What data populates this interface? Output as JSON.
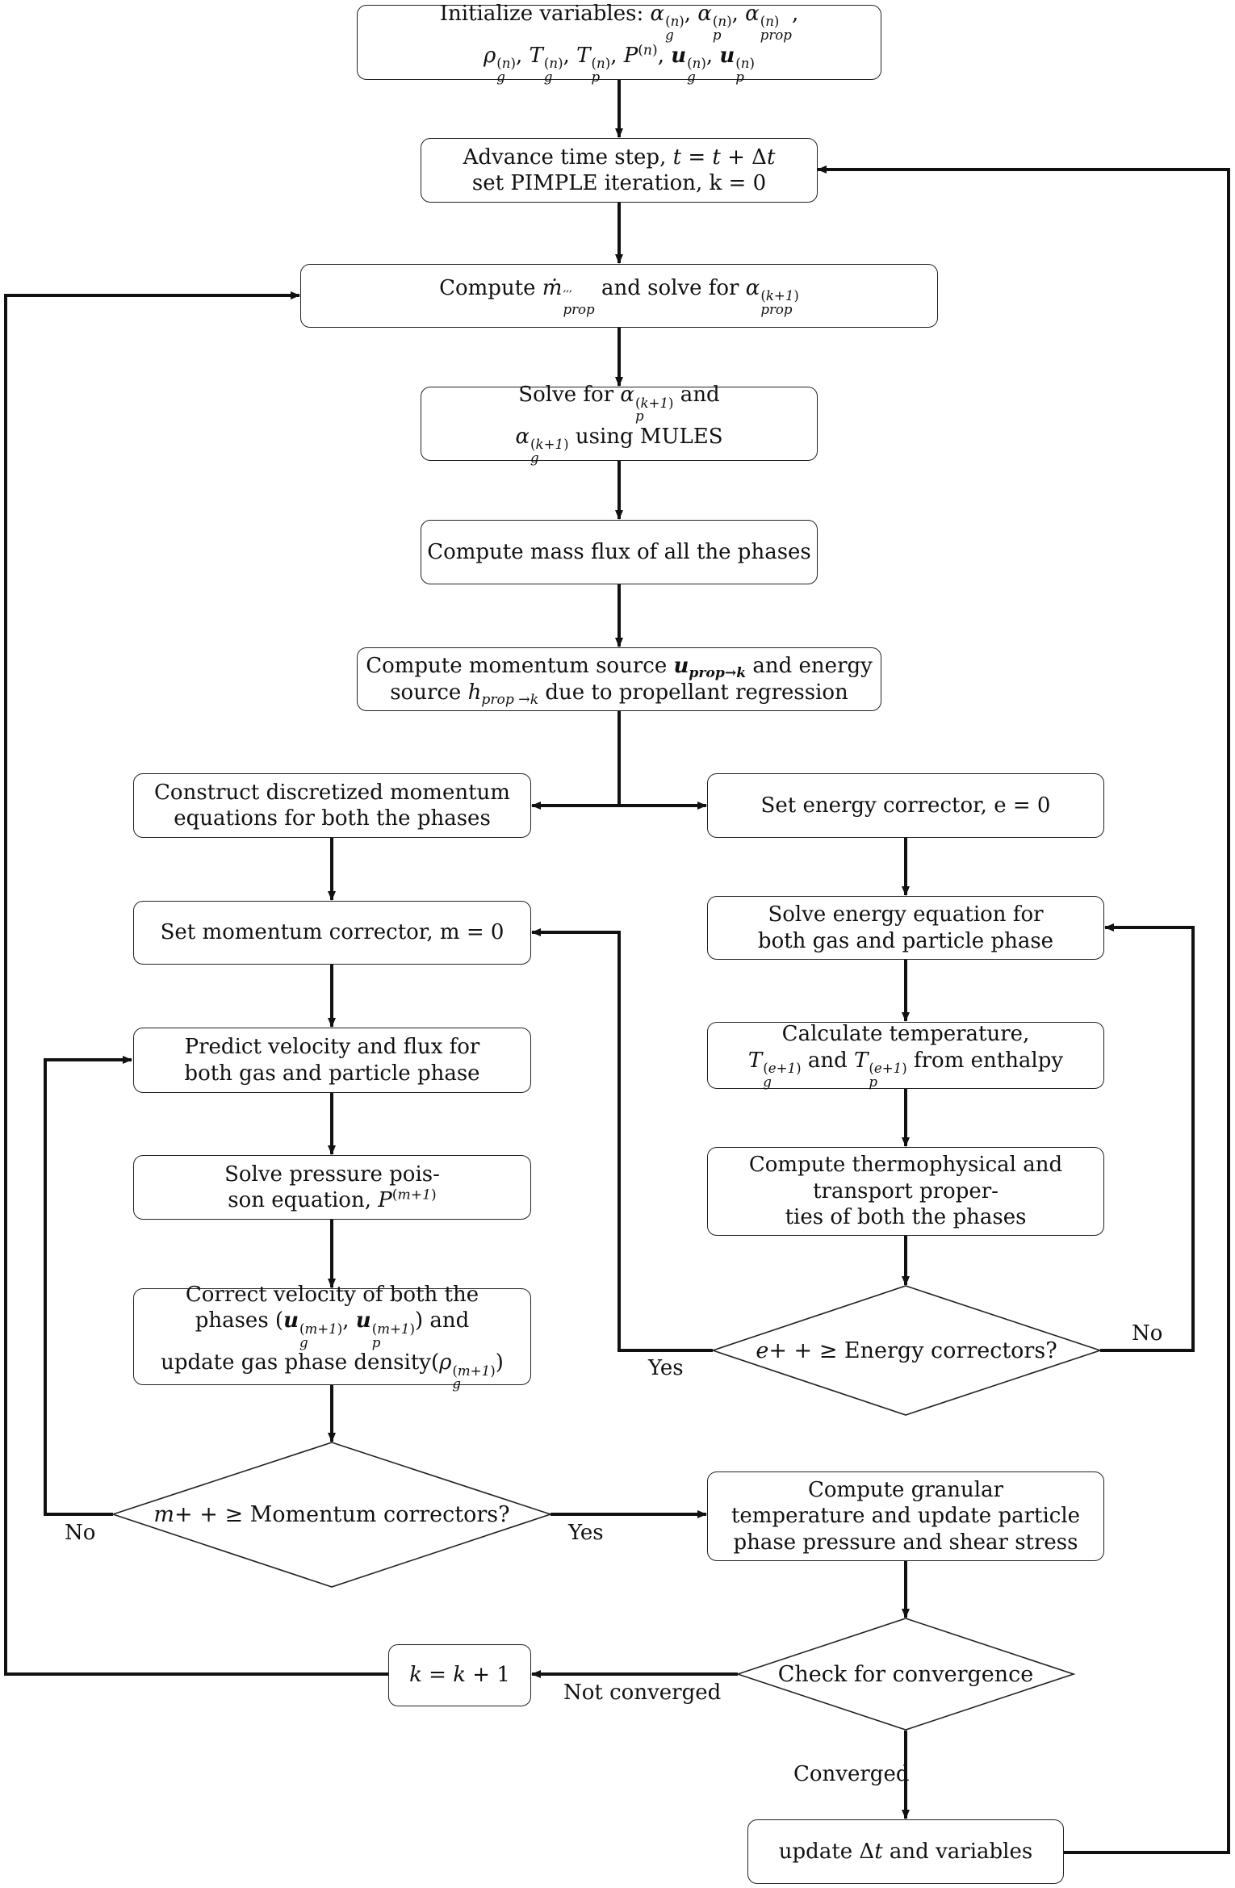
{
  "nodes": {
    "init": {
      "lines": [
        "Initialize variables: αg(n), αp(n), αprop(n),",
        "ρg(n), Tg(n), Tp(n), P(n), ug(n), up(n)"
      ]
    },
    "advance": {
      "lines": [
        "Advance time step, t = t + Δt",
        "set PIMPLE iteration, k = 0"
      ]
    },
    "compute_mdot": {
      "lines": [
        "Compute ṁ'''prop and solve for αprop(k+1)"
      ]
    },
    "solve_alpha": {
      "lines": [
        "Solve for αp(k+1) and",
        "αg(k+1) using MULES"
      ]
    },
    "mass_flux": {
      "lines": [
        "Compute mass flux of all the phases"
      ]
    },
    "momentum_source": {
      "lines": [
        "Compute momentum source uprop→k and energy",
        "source hprop→k due to propellant regression"
      ]
    },
    "construct": {
      "lines": [
        "Construct discretized momentum",
        "equations for both the phases"
      ]
    },
    "set_momentum": {
      "lines": [
        "Set momentum corrector, m = 0"
      ]
    },
    "predict": {
      "lines": [
        "Predict velocity and flux for",
        "both gas and particle phase"
      ]
    },
    "pressure": {
      "lines": [
        "Solve pressure pois-",
        "son equation, P(m+1)"
      ]
    },
    "correct_velocity": {
      "lines": [
        "Correct velocity of both the",
        "phases (ug(m+1), up(m+1)) and",
        "update gas phase density(ρg(m+1))"
      ]
    },
    "momentum_decision": {
      "text": "m + + ≥ Momentum correctors?"
    },
    "set_energy": {
      "lines": [
        "Set energy corrector, e = 0"
      ]
    },
    "solve_energy": {
      "lines": [
        "Solve energy equation for",
        "both gas and particle phase"
      ]
    },
    "calc_temp": {
      "lines": [
        "Calculate temperature,",
        "Tg(e+1) and Tp(e+1) from enthalpy"
      ]
    },
    "thermo": {
      "lines": [
        "Compute thermophysical and",
        "transport proper-",
        "ties of both the phases"
      ]
    },
    "energy_decision": {
      "text": "e + + ≥ Energy correctors?"
    },
    "granular": {
      "lines": [
        "Compute granular",
        "temperature and update particle",
        "phase pressure and shear stress"
      ]
    },
    "convergence": {
      "text": "Check for convergence"
    },
    "k_increment": {
      "text": "k = k + 1"
    },
    "update": {
      "text": "update Δt and variables"
    }
  },
  "edge_labels": {
    "yes_energy": "Yes",
    "no_energy": "No",
    "no_momentum": "No",
    "yes_momentum": "Yes",
    "not_converged": "Not converged",
    "converged": "Converged"
  }
}
